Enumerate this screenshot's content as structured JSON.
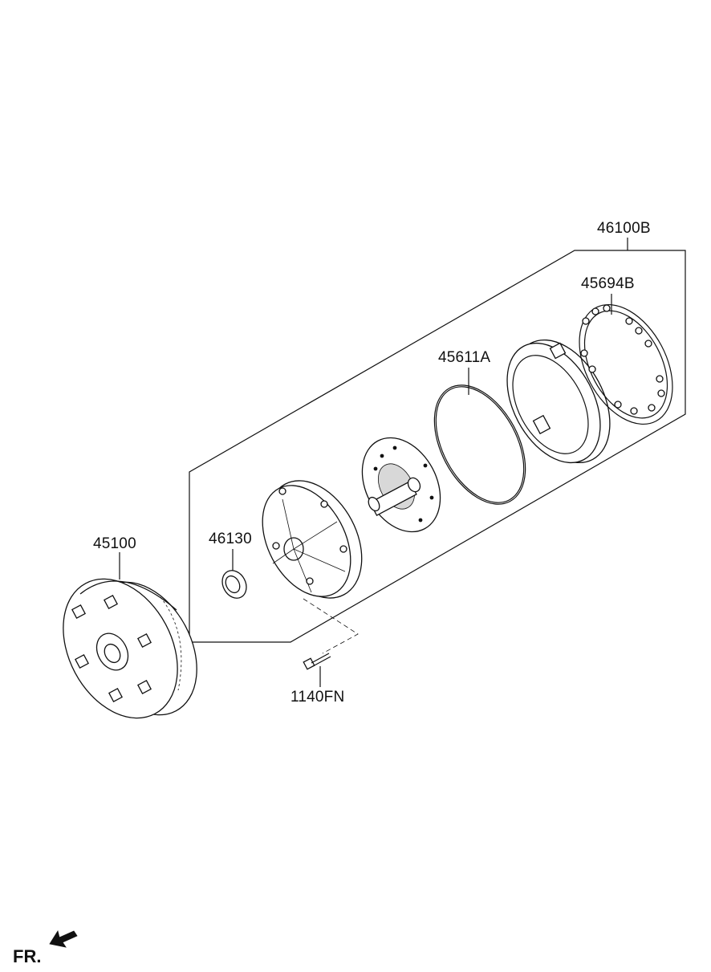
{
  "parts": {
    "assembly": "46100B",
    "gear_set": "45694B",
    "seal_ring": "45611A",
    "oil_seal": "46130",
    "torque_converter": "45100",
    "bolt": "1140FN"
  },
  "direction_label": "FR.",
  "line_color": "#111111"
}
